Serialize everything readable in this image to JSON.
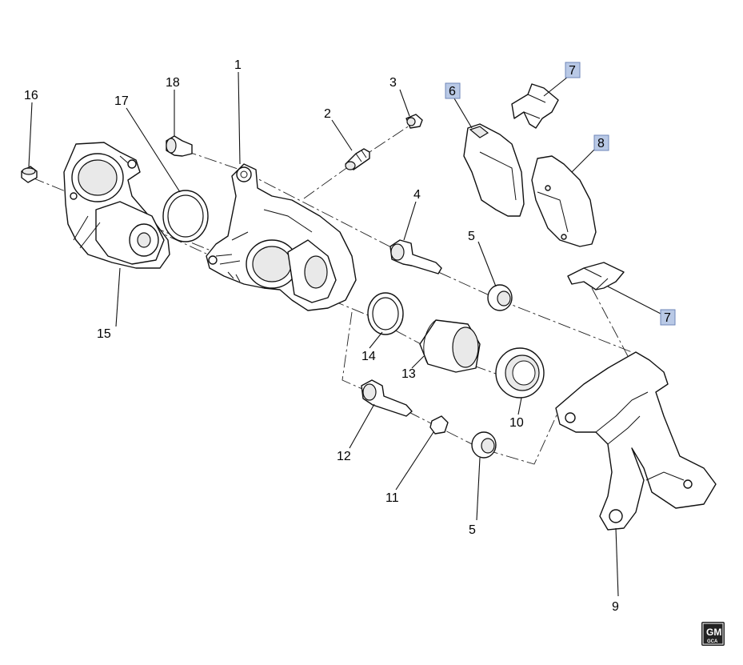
{
  "callouts": {
    "c1": "1",
    "c2": "2",
    "c3": "3",
    "c4": "4",
    "c5a": "5",
    "c5b": "5",
    "c6": "6",
    "c7a": "7",
    "c7b": "7",
    "c8": "8",
    "c9": "9",
    "c10": "10",
    "c11": "11",
    "c12": "12",
    "c13": "13",
    "c14": "14",
    "c15": "15",
    "c16": "16",
    "c17": "17",
    "c18": "18"
  },
  "highlight_color": "#b9c9e6",
  "logo": {
    "line1": "GM",
    "line2": "GCA"
  }
}
